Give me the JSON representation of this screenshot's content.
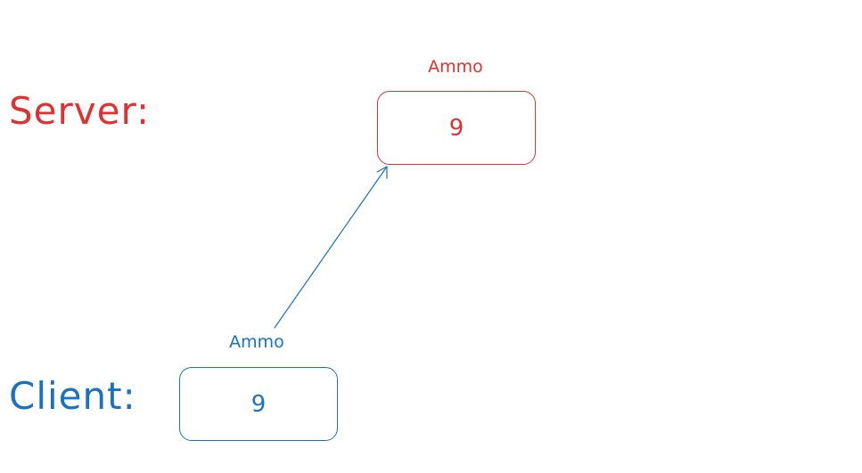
{
  "server": {
    "label": "Server:",
    "variable_name": "Ammo",
    "value": "9"
  },
  "client": {
    "label": "Client:",
    "variable_name": "Ammo",
    "value": "9"
  },
  "colors": {
    "server": "#e03131",
    "client": "#1971c2"
  }
}
